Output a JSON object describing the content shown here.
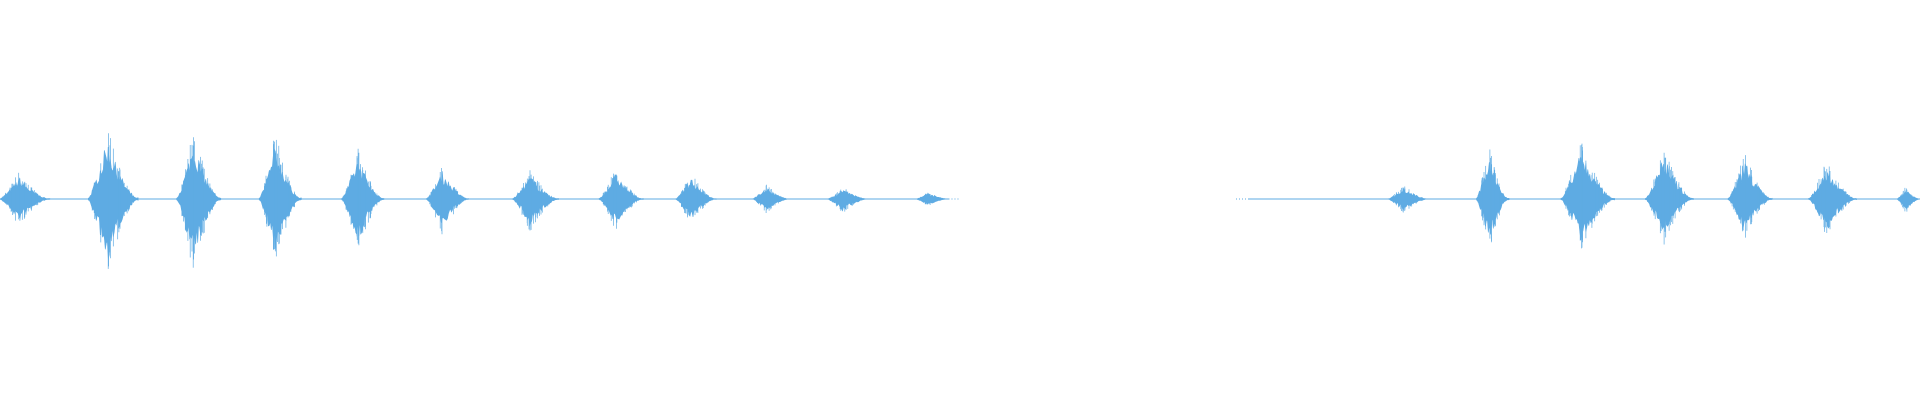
{
  "waveform": {
    "color": "#5eabe3",
    "channels": 1,
    "segments": [
      {
        "name": "burst-01",
        "start": 0.0,
        "end": 0.026,
        "amp_up": 0.11,
        "amp_down": 0.11
      },
      {
        "name": "burst-02",
        "start": 0.046,
        "end": 0.072,
        "amp_up": 0.3,
        "amp_down": 0.32
      },
      {
        "name": "burst-03",
        "start": 0.092,
        "end": 0.115,
        "amp_up": 0.29,
        "amp_down": 0.31
      },
      {
        "name": "burst-04",
        "start": 0.135,
        "end": 0.157,
        "amp_up": 0.27,
        "amp_down": 0.27
      },
      {
        "name": "burst-05",
        "start": 0.178,
        "end": 0.2,
        "amp_up": 0.21,
        "amp_down": 0.22
      },
      {
        "name": "burst-06",
        "start": 0.222,
        "end": 0.244,
        "amp_up": 0.14,
        "amp_down": 0.15
      },
      {
        "name": "burst-07",
        "start": 0.267,
        "end": 0.291,
        "amp_up": 0.12,
        "amp_down": 0.14
      },
      {
        "name": "burst-08",
        "start": 0.312,
        "end": 0.335,
        "amp_up": 0.13,
        "amp_down": 0.13
      },
      {
        "name": "burst-09",
        "start": 0.352,
        "end": 0.373,
        "amp_up": 0.11,
        "amp_down": 0.11
      },
      {
        "name": "burst-10",
        "start": 0.392,
        "end": 0.411,
        "amp_up": 0.06,
        "amp_down": 0.06
      },
      {
        "name": "burst-11",
        "start": 0.431,
        "end": 0.452,
        "amp_up": 0.05,
        "amp_down": 0.06
      },
      {
        "name": "burst-12",
        "start": 0.477,
        "end": 0.494,
        "amp_up": 0.03,
        "amp_down": 0.03
      },
      {
        "name": "burst-13",
        "start": 0.723,
        "end": 0.744,
        "amp_up": 0.06,
        "amp_down": 0.06
      },
      {
        "name": "burst-14",
        "start": 0.769,
        "end": 0.786,
        "amp_up": 0.22,
        "amp_down": 0.22
      },
      {
        "name": "burst-15",
        "start": 0.813,
        "end": 0.841,
        "amp_up": 0.24,
        "amp_down": 0.22
      },
      {
        "name": "burst-16",
        "start": 0.857,
        "end": 0.882,
        "amp_up": 0.22,
        "amp_down": 0.19
      },
      {
        "name": "burst-17",
        "start": 0.9,
        "end": 0.923,
        "amp_up": 0.19,
        "amp_down": 0.17
      },
      {
        "name": "burst-18",
        "start": 0.942,
        "end": 0.967,
        "amp_up": 0.16,
        "amp_down": 0.16
      },
      {
        "name": "burst-19",
        "start": 0.988,
        "end": 1.0,
        "amp_up": 0.05,
        "amp_down": 0.06
      }
    ],
    "baseline_ranges": [
      [
        0.0,
        0.494
      ],
      [
        0.65,
        1.0
      ]
    ]
  }
}
